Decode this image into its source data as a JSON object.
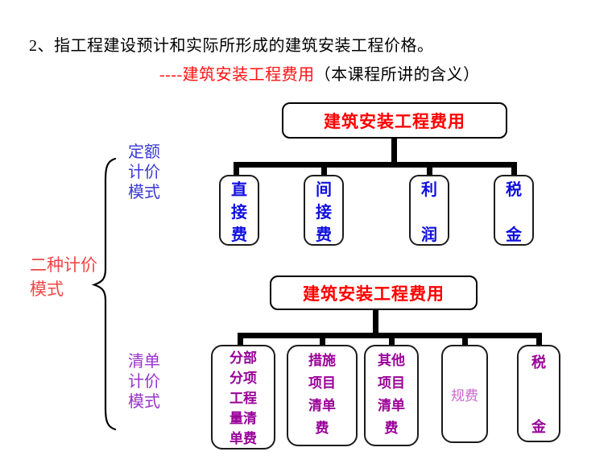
{
  "slide": {
    "heading_line1": "2、指工程建设预计和实际所形成的建筑安装工程价格。",
    "heading_line2_red": "----建筑安装工程费用",
    "heading_line2_black": "（本课程所讲的含义）"
  },
  "left_labels": {
    "two_modes": "二种计价\n模式",
    "quota_mode": "定额\n计价\n模式",
    "list_mode": "清单\n计价\n模式"
  },
  "quota_tree": {
    "root": "建筑安装工程费用",
    "children": [
      {
        "name": "直接费",
        "display": "直\n接\n费"
      },
      {
        "name": "间接费",
        "display": "间\n接\n费"
      },
      {
        "name": "利润",
        "display": "利\n\n润"
      },
      {
        "name": "税金",
        "display": "税\n\n金"
      }
    ]
  },
  "list_tree": {
    "root": "建筑安装工程费用",
    "children": [
      {
        "name": "分部分项工程量清单费",
        "display": "分部\n分项\n工程\n量清\n单费"
      },
      {
        "name": "措施项目清单费",
        "display": "措施\n项目\n清单\n费"
      },
      {
        "name": "其他项目清单费",
        "display": "其他\n项目\n清单\n费"
      },
      {
        "name": "规费",
        "display": "规费"
      },
      {
        "name": "税金",
        "display": "税\n\n金"
      }
    ]
  },
  "colors": {
    "root_text_red": "#ff0000",
    "heading_red": "#ff1212",
    "two_modes_red": "#f04545",
    "quota_label_blue": "#3a3ad6",
    "quota_box_blue": "#0f0fe0",
    "list_box_purple": "#990099",
    "fee_light_purple": "#cc66cc",
    "list_label_purple": "#9933cc",
    "connector_black": "#000000"
  }
}
